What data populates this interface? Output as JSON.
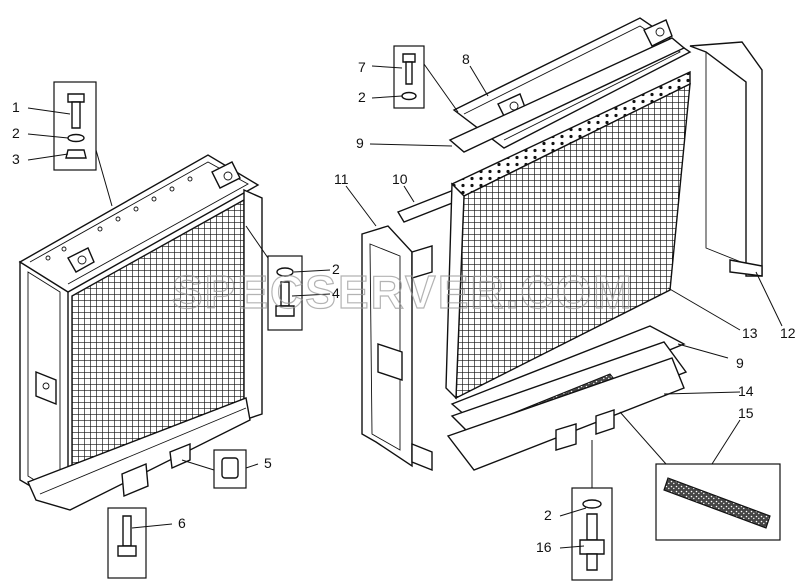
{
  "watermark": "SPECSERVER.COM",
  "callouts": [
    {
      "id": "c1",
      "text": "1"
    },
    {
      "id": "c2a",
      "text": "2"
    },
    {
      "id": "c3",
      "text": "3"
    },
    {
      "id": "c2b",
      "text": "2"
    },
    {
      "id": "c4",
      "text": "4"
    },
    {
      "id": "c5",
      "text": "5"
    },
    {
      "id": "c6",
      "text": "6"
    },
    {
      "id": "c7",
      "text": "7"
    },
    {
      "id": "c2c",
      "text": "2"
    },
    {
      "id": "c8",
      "text": "8"
    },
    {
      "id": "c9a",
      "text": "9"
    },
    {
      "id": "c11",
      "text": "11"
    },
    {
      "id": "c10",
      "text": "10"
    },
    {
      "id": "c13",
      "text": "13"
    },
    {
      "id": "c12",
      "text": "12"
    },
    {
      "id": "c9b",
      "text": "9"
    },
    {
      "id": "c14",
      "text": "14"
    },
    {
      "id": "c15",
      "text": "15"
    },
    {
      "id": "c2d",
      "text": "2"
    },
    {
      "id": "c16",
      "text": "16"
    }
  ]
}
